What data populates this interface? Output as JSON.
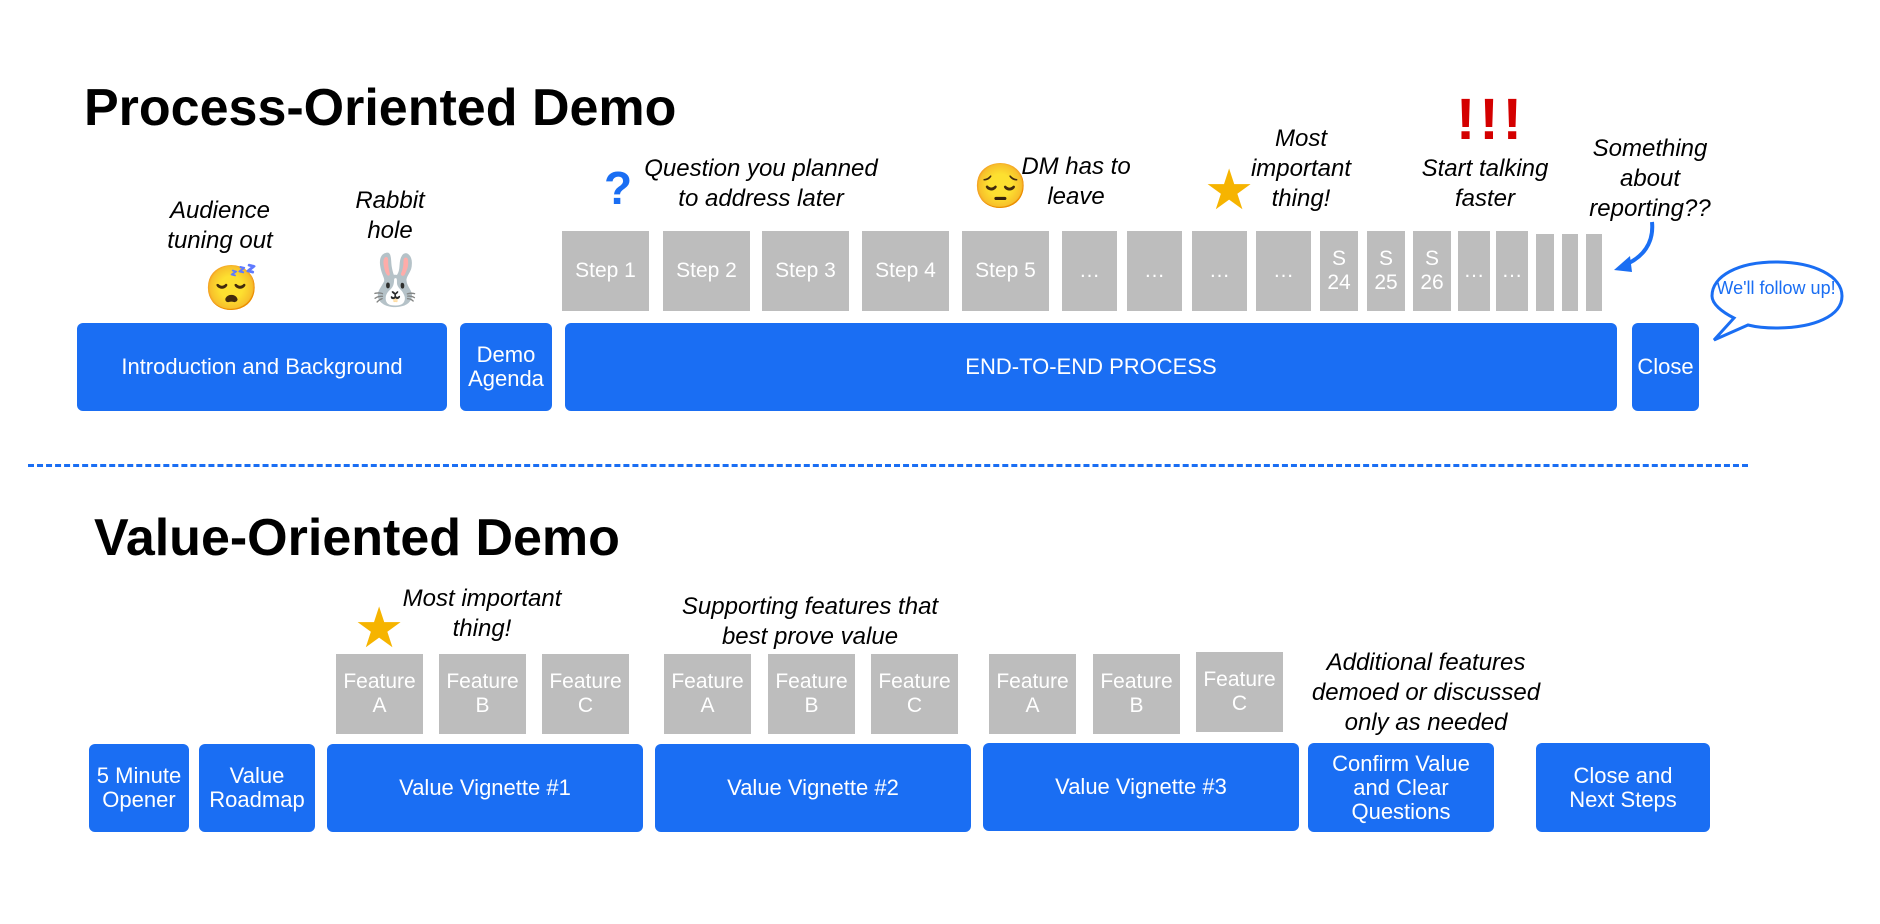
{
  "process": {
    "title": "Process-Oriented Demo",
    "blocks": {
      "intro": "Introduction  and Background",
      "agenda": "Demo Agenda",
      "end_to_end": "END-TO-END PROCESS",
      "close": "Close"
    },
    "steps": [
      "Step 1",
      "Step 2",
      "Step 3",
      "Step 4",
      "Step 5",
      "…",
      "…",
      "…",
      "…",
      "S 24",
      "S 25",
      "S 26",
      "…",
      "…"
    ],
    "notes": {
      "audience": "Audience tuning out",
      "rabbit": "Rabbit hole",
      "question": "Question you planned to address later",
      "dm": "DM has to leave",
      "important": "Most important thing!",
      "faster": "Start talking faster",
      "reporting": "Something about reporting??"
    },
    "bubble": "We'll follow up!",
    "icons": {
      "sleepy": "😴",
      "rabbit": "🐰",
      "question": "?",
      "pensive": "😔",
      "star": "★",
      "exclaim": "!!!"
    }
  },
  "value": {
    "title": "Value-Oriented Demo",
    "blocks": {
      "opener": "5 Minute Opener",
      "roadmap": "Value Roadmap",
      "v1": "Value Vignette #1",
      "v2": "Value Vignette #2",
      "v3": "Value Vignette #3",
      "confirm": "Confirm Value and Clear Questions",
      "next": "Close and Next Steps"
    },
    "features": [
      "Feature A",
      "Feature B",
      "Feature C"
    ],
    "notes": {
      "important": "Most important thing!",
      "supporting": "Supporting features that best prove value",
      "additional": "Additional features demoed or discussed only as needed"
    },
    "icons": {
      "star": "★"
    }
  },
  "colors": {
    "blue": "#1a6ef3",
    "gray": "#bdbdbd",
    "red": "#d40000",
    "star": "#f6b400"
  }
}
